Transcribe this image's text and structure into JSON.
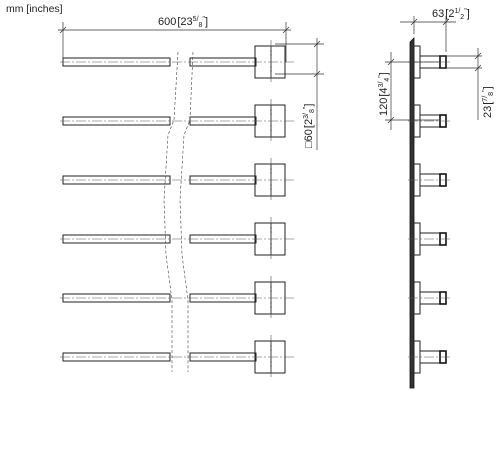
{
  "units_label": "mm [inches]",
  "dimensions": {
    "width": {
      "mm": "600",
      "inch_whole": "23",
      "inch_num": "5",
      "inch_den": "8",
      "inch_mark": "\""
    },
    "square": {
      "symbol": "□",
      "mm": "60",
      "inch_whole": "2",
      "inch_num": "3",
      "inch_den": "8",
      "inch_mark": "\""
    },
    "depth": {
      "mm": "63",
      "inch_whole": "2",
      "inch_num": "1",
      "inch_den": "2",
      "inch_mark": "\""
    },
    "spacing": {
      "mm": "120",
      "inch_whole": "4",
      "inch_num": "3",
      "inch_den": "4",
      "inch_mark": "\""
    },
    "pipe": {
      "mm": "23",
      "inch_whole": "",
      "inch_num": "7",
      "inch_den": "8",
      "inch_mark": "\""
    }
  },
  "bar_count": 6
}
